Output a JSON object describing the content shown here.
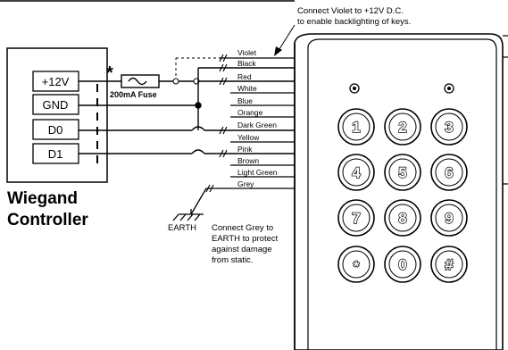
{
  "controller": {
    "title_line1": "Wiegand",
    "title_line2": "Controller",
    "terminals": [
      "+12V",
      "GND",
      "D0",
      "D1"
    ]
  },
  "fuse": {
    "label": "200mA Fuse",
    "marker": "*"
  },
  "wires": [
    "Violet",
    "Black",
    "Red",
    "White",
    "Blue",
    "Orange",
    "Dark Green",
    "Yellow",
    "Pink",
    "Brown",
    "Light Green",
    "Grey"
  ],
  "notes": {
    "violet_line1": "Connect Violet to +12V D.C.",
    "violet_line2": "to enable backlighting of keys.",
    "grey_line1": "Connect Grey to",
    "grey_line2": "EARTH to protect",
    "grey_line3": "against damage",
    "grey_line4": "from static.",
    "earth": "EARTH"
  },
  "keypad": {
    "keys": [
      "1",
      "2",
      "3",
      "4",
      "5",
      "6",
      "7",
      "8",
      "9",
      "*",
      "0",
      "#"
    ]
  }
}
